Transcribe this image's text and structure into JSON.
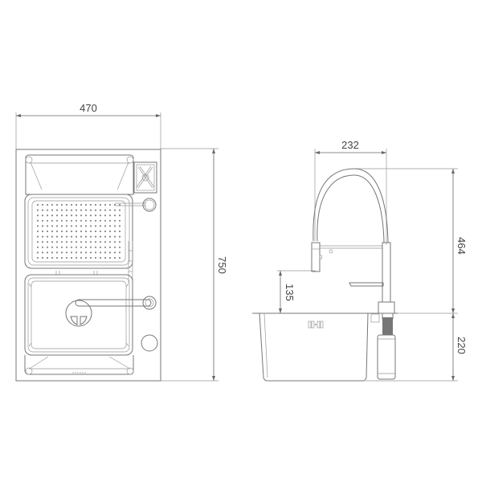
{
  "diagram": {
    "type": "technical-drawing",
    "subject": "double-bowl kitchen sink with pull-down faucet and soap dispenser",
    "colors": {
      "line": "#777777",
      "dimension": "#666666",
      "text": "#444444",
      "background": "#ffffff"
    },
    "top_view": {
      "width_label": "470",
      "height_label": "750",
      "components": [
        "upper-bowl",
        "drain-basket-colander",
        "cup-rinser",
        "lower-bowl",
        "drain",
        "faucet-hole",
        "overflow"
      ]
    },
    "side_view": {
      "spout_reach_label": "232",
      "faucet_height_label": "464",
      "spout_clearance_label": "135",
      "bowl_depth_label": "220",
      "components": [
        "pull-down-faucet",
        "lever-handle",
        "sink-bowl-section",
        "soap-dispenser"
      ]
    }
  }
}
